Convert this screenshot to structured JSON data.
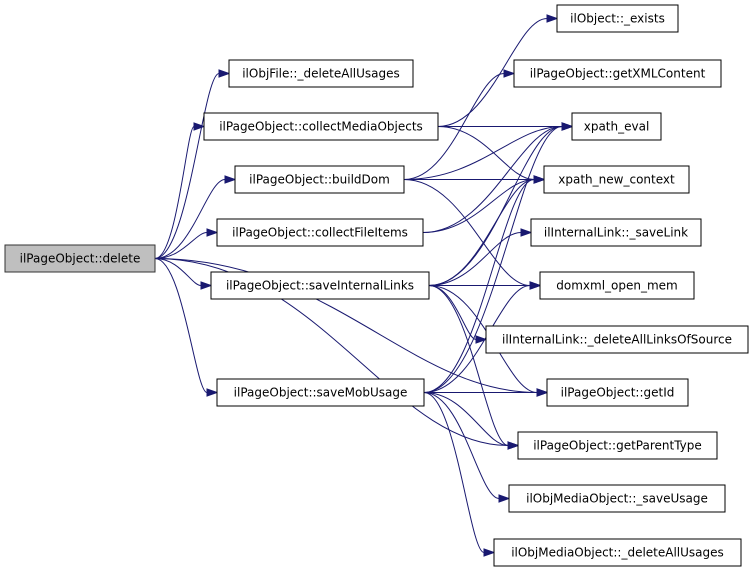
{
  "graph": {
    "type": "call-graph",
    "edge_color": "#191970",
    "root_fill": "#bfbfbf",
    "nodes": [
      {
        "id": "delete",
        "label": "ilPageObject::delete",
        "root": true
      },
      {
        "id": "objfile_delete",
        "label": "ilObjFile::_deleteAllUsages"
      },
      {
        "id": "collectMedia",
        "label": "ilPageObject::collectMediaObjects"
      },
      {
        "id": "buildDom",
        "label": "ilPageObject::buildDom"
      },
      {
        "id": "collectFile",
        "label": "ilPageObject::collectFileItems"
      },
      {
        "id": "saveInternal",
        "label": "ilPageObject::saveInternalLinks"
      },
      {
        "id": "saveMob",
        "label": "ilPageObject::saveMobUsage"
      },
      {
        "id": "exists",
        "label": "ilObject::_exists"
      },
      {
        "id": "getXML",
        "label": "ilPageObject::getXMLContent"
      },
      {
        "id": "xpath_eval",
        "label": "xpath_eval"
      },
      {
        "id": "xpath_ctx",
        "label": "xpath_new_context"
      },
      {
        "id": "saveLink",
        "label": "ilInternalLink::_saveLink"
      },
      {
        "id": "domxml",
        "label": "domxml_open_mem"
      },
      {
        "id": "delLinks",
        "label": "ilInternalLink::_deleteAllLinksOfSource"
      },
      {
        "id": "getId",
        "label": "ilPageObject::getId"
      },
      {
        "id": "getParent",
        "label": "ilPageObject::getParentType"
      },
      {
        "id": "mobSave",
        "label": "ilObjMediaObject::_saveUsage"
      },
      {
        "id": "mobDelete",
        "label": "ilObjMediaObject::_deleteAllUsages"
      }
    ],
    "edges": [
      [
        "delete",
        "objfile_delete"
      ],
      [
        "delete",
        "collectMedia"
      ],
      [
        "delete",
        "buildDom"
      ],
      [
        "delete",
        "collectFile"
      ],
      [
        "delete",
        "saveInternal"
      ],
      [
        "delete",
        "saveMob"
      ],
      [
        "delete",
        "getId"
      ],
      [
        "delete",
        "getParent"
      ],
      [
        "collectMedia",
        "exists"
      ],
      [
        "collectMedia",
        "xpath_eval"
      ],
      [
        "collectMedia",
        "xpath_ctx"
      ],
      [
        "buildDom",
        "getXML"
      ],
      [
        "buildDom",
        "xpath_eval"
      ],
      [
        "buildDom",
        "xpath_ctx"
      ],
      [
        "buildDom",
        "domxml"
      ],
      [
        "collectFile",
        "xpath_eval"
      ],
      [
        "collectFile",
        "xpath_ctx"
      ],
      [
        "saveInternal",
        "xpath_eval"
      ],
      [
        "saveInternal",
        "xpath_ctx"
      ],
      [
        "saveInternal",
        "saveLink"
      ],
      [
        "saveInternal",
        "domxml"
      ],
      [
        "saveInternal",
        "delLinks"
      ],
      [
        "saveInternal",
        "getId"
      ],
      [
        "saveInternal",
        "getParent"
      ],
      [
        "saveMob",
        "xpath_eval"
      ],
      [
        "saveMob",
        "xpath_ctx"
      ],
      [
        "saveMob",
        "domxml"
      ],
      [
        "saveMob",
        "getId"
      ],
      [
        "saveMob",
        "getParent"
      ],
      [
        "saveMob",
        "mobSave"
      ],
      [
        "saveMob",
        "mobDelete"
      ]
    ]
  }
}
